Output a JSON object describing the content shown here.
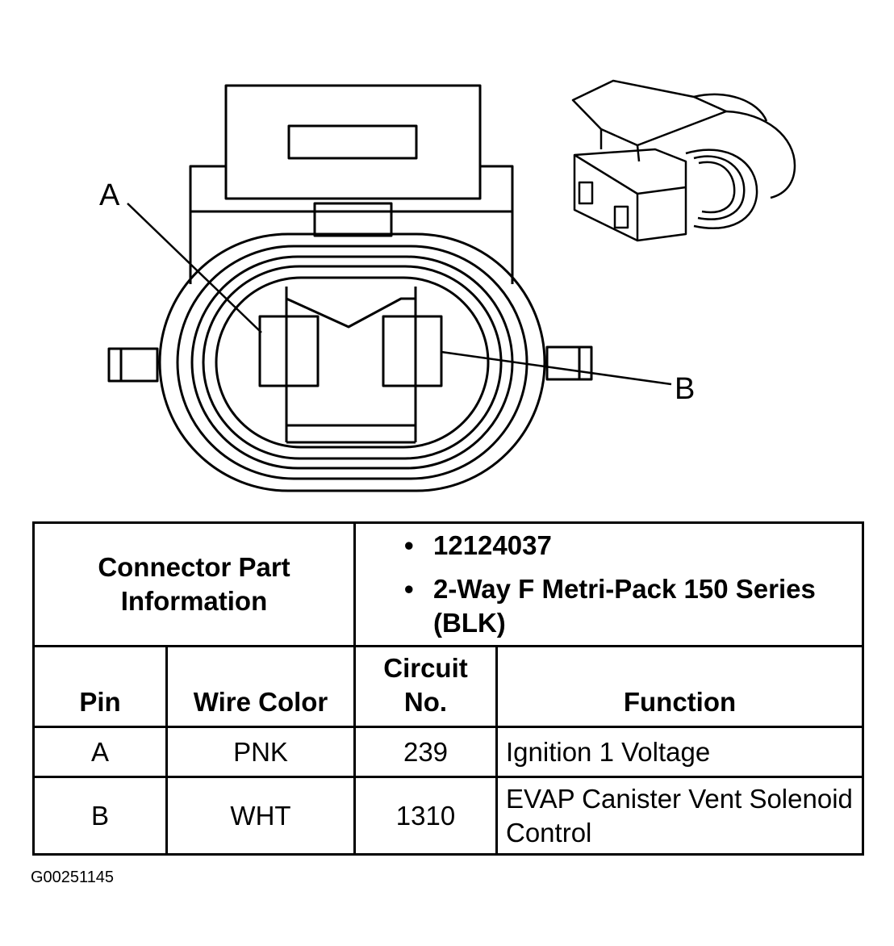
{
  "diagram": {
    "pin_labels": [
      "A",
      "B"
    ]
  },
  "table": {
    "info_header": "Connector Part Information",
    "info_items": [
      "12124037",
      "2-Way F Metri-Pack 150 Series (BLK)"
    ],
    "columns": [
      "Pin",
      "Wire Color",
      "Circuit No.",
      "Function"
    ],
    "rows": [
      {
        "pin": "A",
        "wire_color": "PNK",
        "circuit": "239",
        "function": "Ignition 1 Voltage"
      },
      {
        "pin": "B",
        "wire_color": "WHT",
        "circuit": "1310",
        "function": "EVAP Canister Vent Solenoid Control"
      }
    ]
  },
  "footer": {
    "code": "G00251145"
  }
}
